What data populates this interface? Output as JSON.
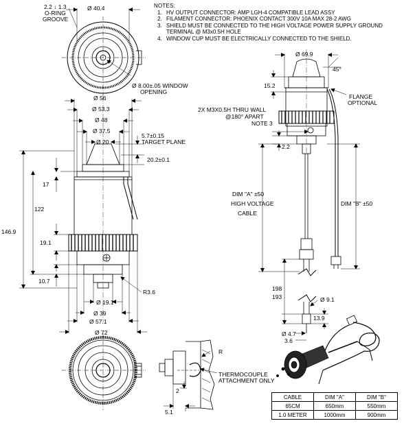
{
  "notes": {
    "heading": "NOTES:",
    "items": [
      "HV OUTPUT CONNECTOR:  AMP LGH-4 COMPATIBLE LEAD ASSY",
      "FILAMENT CONNECTOR:  PHOENIX CONTACT 300V 10A MAX 28-2 AWG",
      "SHIELD MUST BE CONNECTED TO THE HIGH VOLTAGE POWER SUPPLY GROUND TERMINAL @ M3x0.5H HOLE",
      "WINDOW CUP MUST BE ELECTRICALLY CONNECTED TO THE SHIELD."
    ]
  },
  "top_view": {
    "groove_depth": "2.2 ↓ 1.3",
    "groove_label_1": "O-RING",
    "groove_label_2": "GROOVE",
    "diameter": "Ø 40.4",
    "window_label_1": "Ø 8.00±.05 WINDOW",
    "window_label_2": "OPENING"
  },
  "side_view": {
    "d56": "Ø 56",
    "d53": "Ø 53.3",
    "d48": "Ø 48",
    "d37": "Ø 37.5",
    "d20": "Ø 20",
    "target_1": "5.7±0.15",
    "target_2": "TARGET PLANE",
    "d20_2": "20.2±0.1",
    "dim17": "17",
    "dim122": "122",
    "dim146": "146.9",
    "dim19": "19.1",
    "dim10": "10.7",
    "r36": "R3.6",
    "d19": "Ø 19.1",
    "d39": "Ø 39",
    "d57": "Ø 57.1",
    "d72": "Ø 72"
  },
  "right_view": {
    "d69": "Ø 69.9",
    "angle": "45°",
    "dim15": "15.2",
    "flange_1": "FLANGE",
    "flange_2": "OPTIONAL",
    "thru_1": "2X M3X0.5H THRU WALL",
    "thru_2": "@180° APART",
    "note3": "NOTE 3",
    "dim22": "2.2",
    "dimA_1": "DIM \"A\" ±50",
    "dimA_2": "HIGH VOLTAGE",
    "dimA_3": "CABLE",
    "dimB": "DIM \"B\" ±50",
    "dim198": "198",
    "dim193": "193",
    "d91": "Ø 9.1",
    "dim139": "13.9",
    "d47": "Ø 4.7",
    "dim36": "3.6"
  },
  "detail": {
    "r": "R",
    "dim2": "2",
    "dim51": "5.1",
    "thermo_1": "THERMOCOUPLE",
    "thermo_2": "ATTACHMENT ONLY"
  },
  "table": {
    "header": [
      "CABLE",
      "DIM \"A\"",
      "DIM \"B\""
    ],
    "rows": [
      [
        "65CM",
        "650mm",
        "550mm"
      ],
      [
        "1.0 METER",
        "1000mm",
        "900mm"
      ]
    ]
  }
}
